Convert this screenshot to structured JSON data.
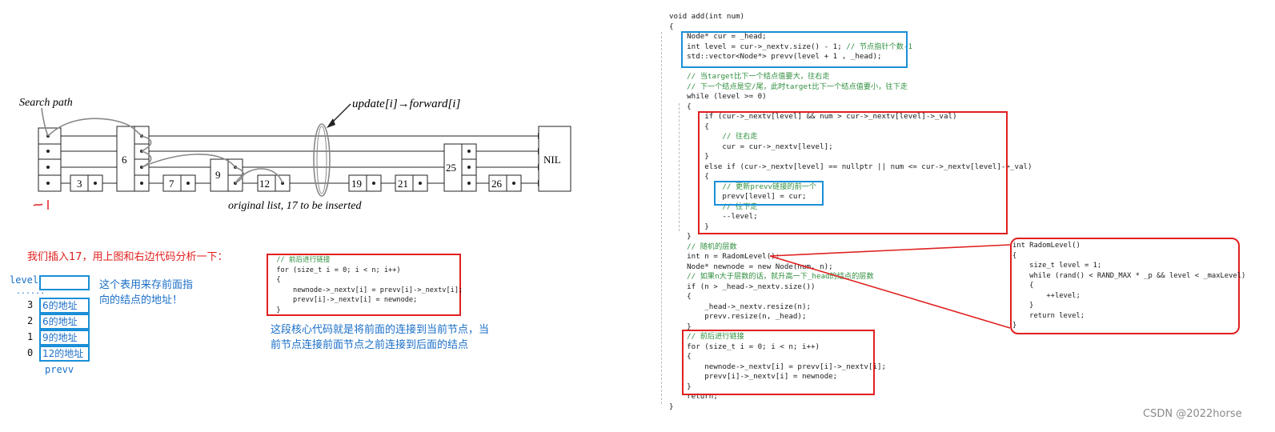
{
  "colors": {
    "red": "#e02020",
    "blue": "#1a8fd8",
    "gray": "#888888",
    "code_green": "#2f8f3e",
    "code_purple": "#7a3e9d"
  },
  "diagram": {
    "search_path_label": "Search path",
    "update_label": "update[i]→forward[i]",
    "caption": "original list, 17 to be inserted",
    "nil_label": "NIL",
    "node_values": [
      "3",
      "6",
      "7",
      "9",
      "12",
      "19",
      "21",
      "25",
      "26"
    ]
  },
  "left_notes": {
    "heading": "我们插入17，用上图和右边代码分析一下：",
    "table_level_header": "level",
    "table_dots": "......",
    "table_rows": [
      {
        "level": "3",
        "addr": "6的地址"
      },
      {
        "level": "2",
        "addr": "6的地址"
      },
      {
        "level": "1",
        "addr": "9的地址"
      },
      {
        "level": "0",
        "addr": "12的地址"
      }
    ],
    "table_caption": "prevv",
    "table_explanation": [
      "这个表用来存前面指",
      "向的结点的地址！"
    ],
    "small_code": [
      "  // 前后进行链接",
      "  for (size_t i = 0; i < n; i++)",
      "  {",
      "      newnode->_nextv[i] = prevv[i]->_nextv[i];",
      "      prevv[i]->_nextv[i] = newnode;",
      "  }"
    ],
    "core_explanation": [
      "这段核心代码就是将前面的连接到当前节点，当",
      "前节点连接前面节点之前连接到后面的结点"
    ]
  },
  "main_code": [
    "void add(int num)",
    "{",
    "    Node* cur = _head;",
    "    int level = cur->_nextv.size() - 1; // 节点指针个数-1",
    "    std::vector<Node*> prevv(level + 1 , _head);",
    "",
    "    // 当target比下一个结点值要大，往右走",
    "    // 下一个结点是空/尾，此时target比下一个结点值要小，往下走",
    "    while (level >= 0)",
    "    {",
    "        if (cur->_nextv[level] && num > cur->_nextv[level]->_val)",
    "        {",
    "            // 往右走",
    "            cur = cur->_nextv[level];",
    "        }",
    "        else if (cur->_nextv[level] == nullptr || num <= cur->_nextv[level]->_val)",
    "        {",
    "            // 更新prevv链接的前一个",
    "            prevv[level] = cur;",
    "            // 往下走",
    "            --level;",
    "        }",
    "    }",
    "    // 随机的层数",
    "    int n = RadomLevel();",
    "    Node* newnode = new Node(num, n);",
    "    // 如果n大于层数的话，就升高一下_head的结点的层数",
    "    if (n > _head->_nextv.size())",
    "    {",
    "        _head->_nextv.resize(n);",
    "        prevv.resize(n, _head);",
    "    }",
    "    // 前后进行链接",
    "    for (size_t i = 0; i < n; i++)",
    "    {",
    "        newnode->_nextv[i] = prevv[i]->_nextv[i];",
    "        prevv[i]->_nextv[i] = newnode;",
    "    }",
    "    return;",
    "}"
  ],
  "radom_code": [
    "int RadomLevel()",
    "{",
    "    size_t level = 1;",
    "    while (rand() < RAND_MAX * _p && level < _maxLevel)",
    "    {",
    "        ++level;",
    "    }",
    "    return level;",
    "}"
  ],
  "watermark": "CSDN @2022horse"
}
